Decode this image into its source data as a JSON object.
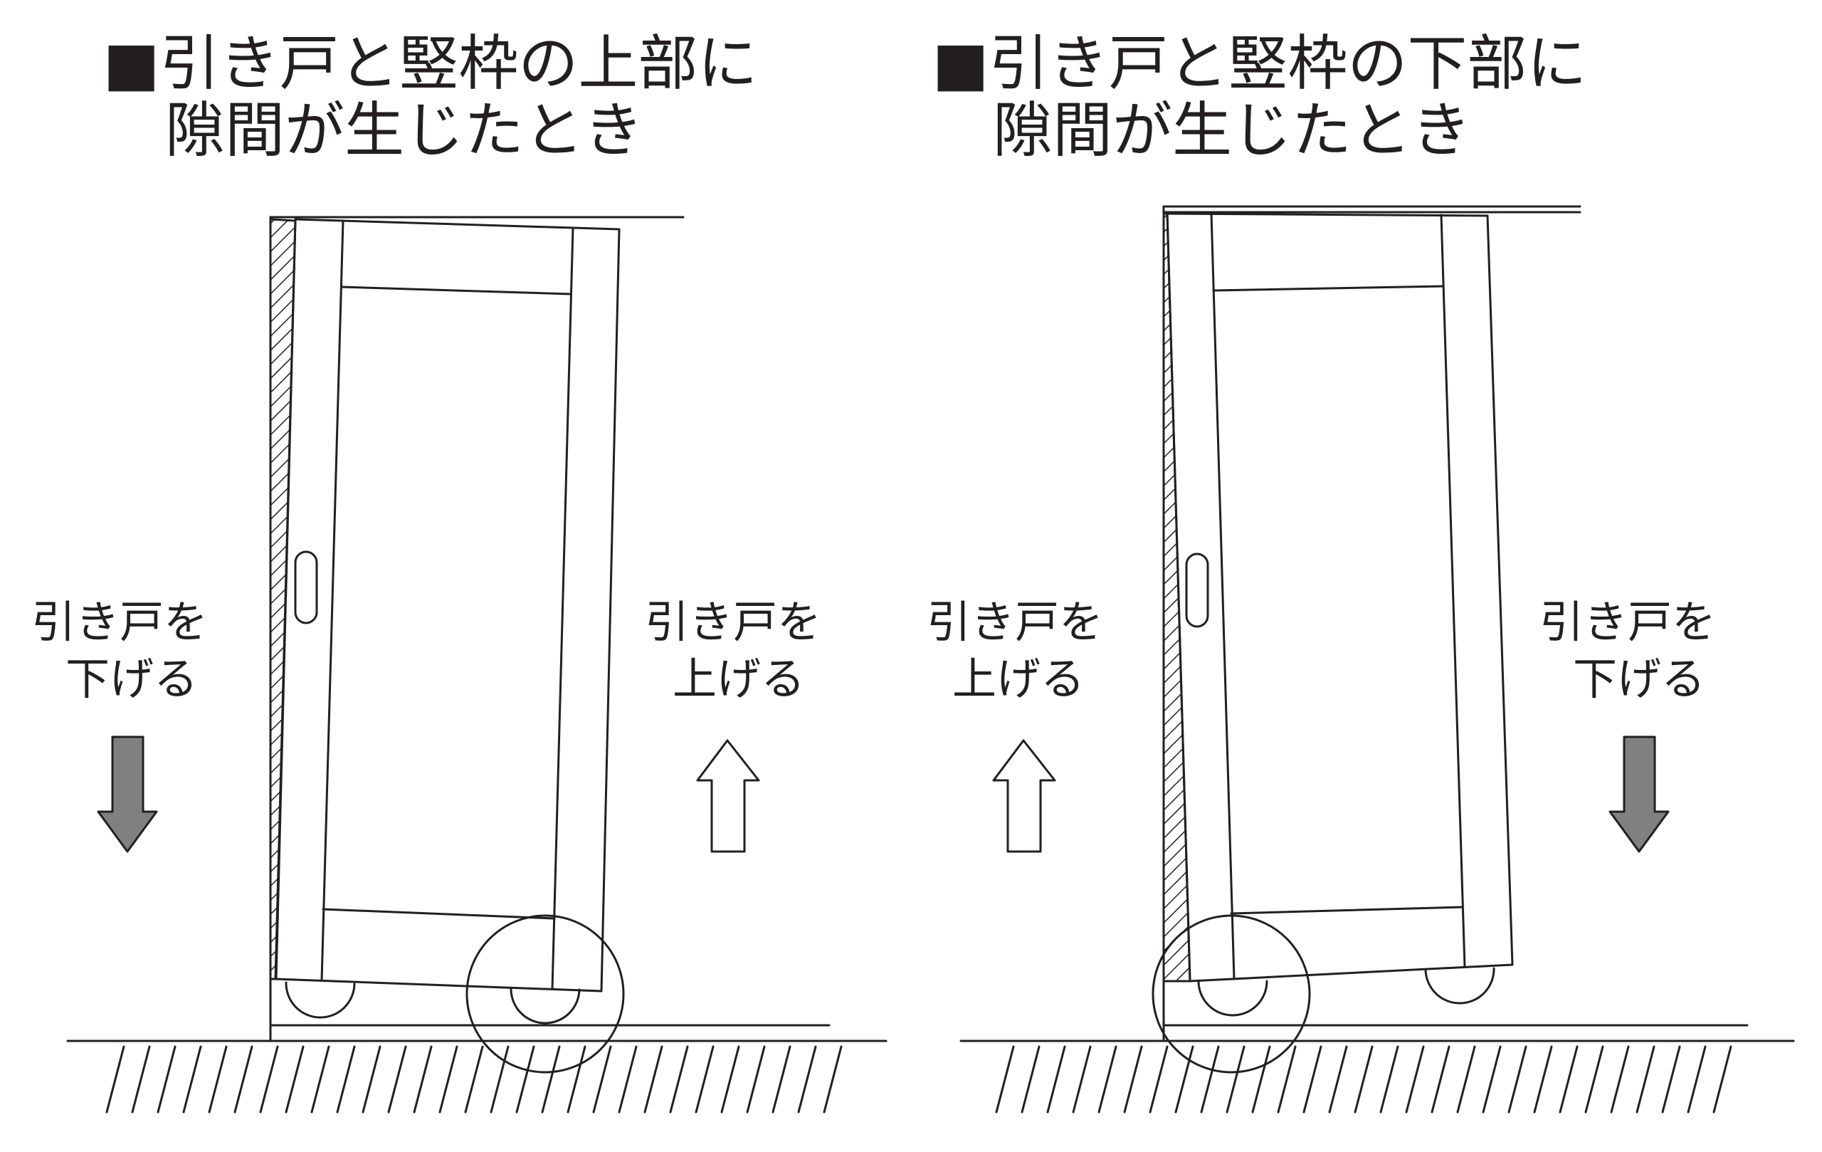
{
  "left_panel": {
    "title_line1": "■引き戸と竪枠の上部に",
    "title_line2": "隙間が生じたとき",
    "left_label_line1": "引き戸を",
    "left_label_line2": "下げる",
    "right_label_line1": "引き戸を",
    "right_label_line2": "上げる"
  },
  "right_panel": {
    "title_line1": "■引き戸と竪枠の下部に",
    "title_line2": "隙間が生じたとき",
    "left_label_line1": "引き戸を",
    "left_label_line2": "上げる",
    "right_label_line1": "引き戸を",
    "right_label_line2": "下げる"
  },
  "colors": {
    "line": "#231f20",
    "arrow_down_fill": "#808080",
    "arrow_up_fill": "#ffffff"
  }
}
